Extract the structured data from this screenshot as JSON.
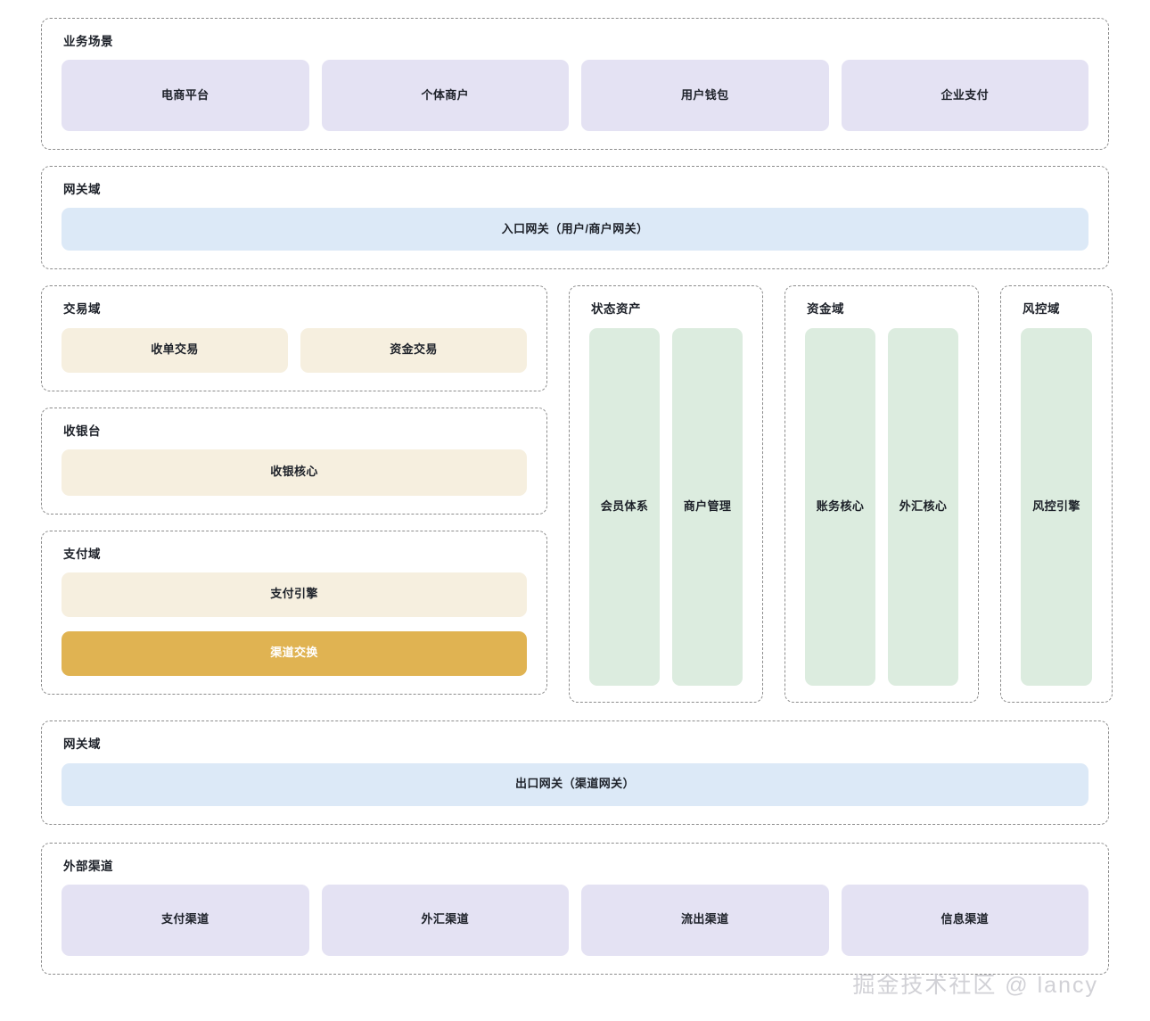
{
  "meta": {
    "watermark": "掘金技术社区 @ lancy"
  },
  "colors": {
    "purple": "#e4e2f3",
    "blue": "#dce9f7",
    "beige": "#f6efdf",
    "green": "#dcecdf",
    "gold": "#e0b352",
    "dashed_border": "#8c8c8c",
    "text": "#1d2129",
    "background": "#ffffff"
  },
  "zones": {
    "business": {
      "title": "业务场景",
      "blocks": [
        {
          "label": "电商平台"
        },
        {
          "label": "个体商户"
        },
        {
          "label": "用户钱包"
        },
        {
          "label": "企业支付"
        }
      ]
    },
    "gateway_in": {
      "title": "网关域",
      "blocks": [
        {
          "label": "入口网关（用户/商户网关）"
        }
      ]
    },
    "trade": {
      "title": "交易域",
      "blocks": [
        {
          "label": "收单交易"
        },
        {
          "label": "资金交易"
        }
      ]
    },
    "cashier": {
      "title": "收银台",
      "blocks": [
        {
          "label": "收银核心"
        }
      ]
    },
    "pay": {
      "title": "支付域",
      "blocks": [
        {
          "label": "支付引擎"
        },
        {
          "label": "渠道交换"
        }
      ]
    },
    "state_assets": {
      "title": "状态资产",
      "blocks": [
        {
          "label": "会员体系"
        },
        {
          "label": "商户管理"
        }
      ]
    },
    "fund": {
      "title": "资金域",
      "blocks": [
        {
          "label": "账务核心"
        },
        {
          "label": "外汇核心"
        }
      ]
    },
    "risk": {
      "title": "风控域",
      "blocks": [
        {
          "label": "风控引擎"
        }
      ]
    },
    "gateway_out": {
      "title": "网关域",
      "blocks": [
        {
          "label": "出口网关（渠道网关）"
        }
      ]
    },
    "external": {
      "title": "外部渠道",
      "blocks": [
        {
          "label": "支付渠道"
        },
        {
          "label": "外汇渠道"
        },
        {
          "label": "流出渠道"
        },
        {
          "label": "信息渠道"
        }
      ]
    }
  }
}
